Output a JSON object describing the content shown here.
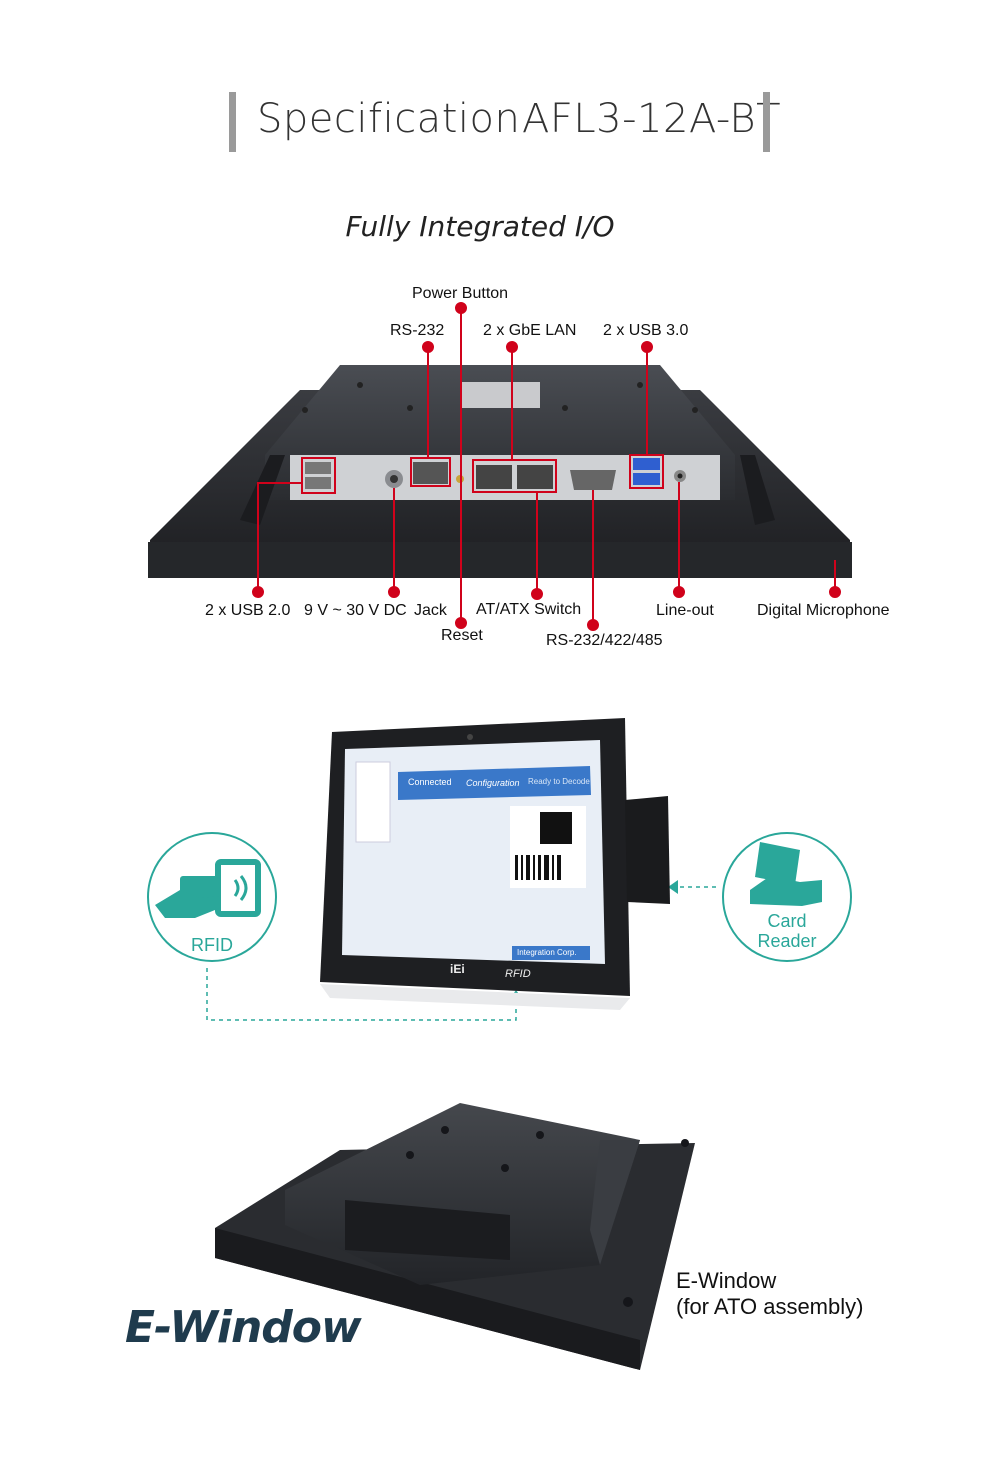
{
  "header": {
    "title_left": "Specification",
    "title_right": "AFL3-12A-BT"
  },
  "section1": {
    "subtitle": "Fully Integrated I/O",
    "top_labels": {
      "power_button": "Power Button",
      "rs232": "RS-232",
      "gbe_lan": "2 x GbE LAN",
      "usb30": "2 x USB 3.0"
    },
    "bottom_labels": {
      "usb20": "2 x USB 2.0",
      "dc": "9 V ~ 30 V DC",
      "jack": "Jack",
      "reset": "Reset",
      "atx": "AT/ATX Switch",
      "rs232_422_485": "RS-232/422/485",
      "lineout": "Line-out",
      "mic": "Digital Microphone"
    }
  },
  "section2": {
    "rfid_badge": "RFID",
    "card_badge_line1": "Card",
    "card_badge_line2": "Reader",
    "device_logo": "iEi",
    "device_rfid_mark": "RFID",
    "screen": {
      "status": "Connected",
      "config": "Configuration",
      "ready": "Ready to Decode",
      "brand": "Integration Corp."
    }
  },
  "section3": {
    "caption_line1": "E-Window",
    "caption_line2": "(for ATO assembly)",
    "logo_text": "E-Window"
  },
  "colors": {
    "accent_red": "#d0021b",
    "accent_teal": "#2aa79a",
    "device_dark": "#2b2d31",
    "header_bar": "#9a9a9a"
  }
}
